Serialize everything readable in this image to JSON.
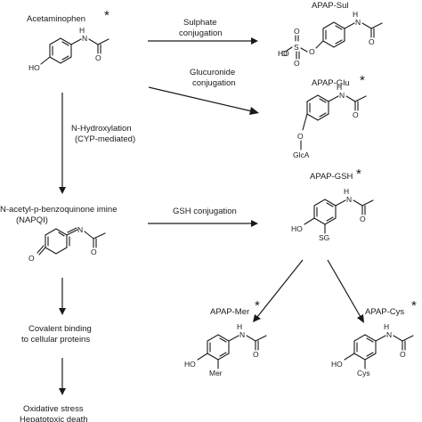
{
  "compounds": {
    "acetaminophen": {
      "name": "Acetaminophen",
      "mark": "*",
      "ho": "HO",
      "nh": "N",
      "h": "H",
      "o": "O"
    },
    "apap_sul": {
      "name": "APAP-Sul",
      "ho": "HO",
      "s": "S",
      "o1": "O",
      "o2": "O",
      "o3": "O",
      "o4": "O",
      "nh": "N",
      "h": "H",
      "o5": "O"
    },
    "apap_glu": {
      "name": "APAP-Glu",
      "mark": "*",
      "o": "O",
      "glca": "GlcA",
      "nh": "N",
      "h": "H",
      "o2": "O"
    },
    "napqi": {
      "name": "N-acetyl-p-benzoquinone imine",
      "abbr": "(NAPQI)",
      "o": "O",
      "n": "N",
      "o2": "O"
    },
    "apap_gsh": {
      "name": "APAP-GSH",
      "mark": "*",
      "ho": "HO",
      "sg": "SG",
      "nh": "N",
      "h": "H",
      "o": "O"
    },
    "apap_mer": {
      "name": "APAP-Mer",
      "mark": "*",
      "ho": "HO",
      "sub": "Mer",
      "nh": "N",
      "h": "H",
      "o": "O"
    },
    "apap_cys": {
      "name": "APAP-Cys",
      "mark": "*",
      "ho": "HO",
      "sub": "Cys",
      "nh": "N",
      "h": "H",
      "o": "O"
    }
  },
  "reactions": {
    "sulphate": {
      "line1": "Sulphate",
      "line2": "conjugation"
    },
    "glucuronide": {
      "line1": "Glucuronide",
      "line2": "conjugation"
    },
    "hydroxylation": {
      "line1": "N-Hydroxylation",
      "line2": "(CYP-mediated)"
    },
    "gsh": {
      "line1": "GSH conjugation"
    }
  },
  "outcomes": {
    "binding": {
      "line1": "Covalent binding",
      "line2": "to cellular proteins"
    },
    "stress": {
      "line1": "Oxidative stress",
      "line2": "Hepatotoxic death"
    }
  }
}
